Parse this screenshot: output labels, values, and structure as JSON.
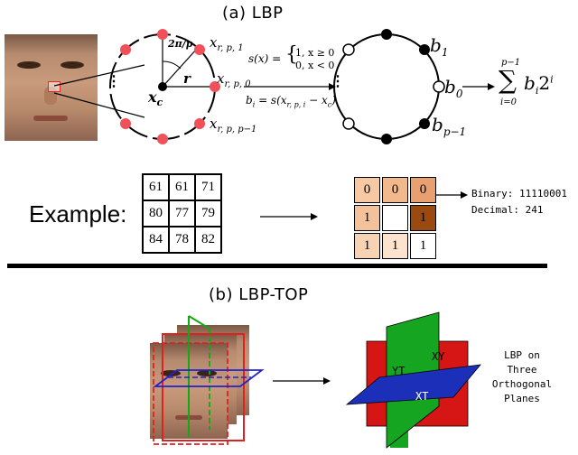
{
  "section_a_title": "(a)  LBP",
  "section_b_title": "(b)  LBP-TOP",
  "circle_labels": {
    "two_pi_over_p": "2π/p",
    "r": "r",
    "center": "x",
    "center_sub": "c",
    "neighbor_1": "x",
    "neighbor_1_sub": "r, p, 1",
    "neighbor_0": "x",
    "neighbor_0_sub": "r, p, 0",
    "neighbor_last": "x",
    "neighbor_last_sub": "r, p, p−1",
    "dots": "⋮"
  },
  "formula": {
    "s_def": "s(x) =",
    "case1": "1, x ≥ 0",
    "case2": "0, x < 0",
    "bi_def": "b",
    "bi_sub": "i",
    "bi_rhs": " = s(x",
    "bi_rhs_sub": "r, p, i",
    "bi_rhs_end": " − x",
    "bi_rhs_end_sub": "c",
    "bi_close": ")"
  },
  "binary_circle_labels": {
    "b1": "b",
    "b1_sub": "1",
    "b0": "b",
    "b0_sub": "0",
    "bp": "b",
    "bp_sub": "p−1",
    "dots": "⋮"
  },
  "sum_formula": {
    "upper": "p−1",
    "sigma": "∑",
    "lower": "i=0",
    "term": "b",
    "term_sub": "i",
    "base": "2",
    "exp": "i"
  },
  "example": {
    "label": "Example:",
    "input_grid": [
      [
        "61",
        "61",
        "71"
      ],
      [
        "80",
        "77",
        "79"
      ],
      [
        "84",
        "78",
        "82"
      ]
    ],
    "lbp_grid": [
      [
        "0",
        "0",
        "0"
      ],
      [
        "1",
        "",
        "1"
      ],
      [
        "1",
        "1",
        "1"
      ]
    ],
    "colors": {
      "c1": "#f6c9a3",
      "c2": "#f2b98c",
      "c3": "#e8a070",
      "c4": "#f4c29a",
      "c5": "#ffffff",
      "c6": "#9a4a10",
      "c7": "#f7d3b3",
      "c8": "#fbe3cd",
      "c9": "#ffffff"
    },
    "binary_line": "Binary: 11110001",
    "decimal_line": "Decimal: 241"
  },
  "planes": {
    "xy": "XY",
    "yt": "YT",
    "xt": "XT"
  },
  "caption": [
    "LBP on",
    "Three",
    "Orthogonal",
    "Planes"
  ]
}
